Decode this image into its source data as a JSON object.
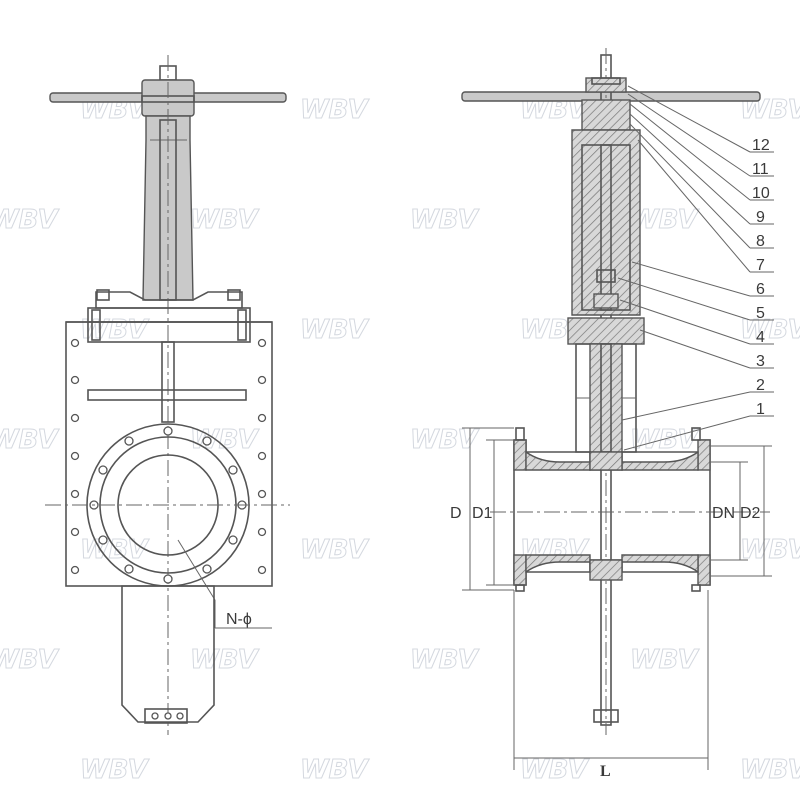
{
  "watermark": "WBV",
  "labels": {
    "n_phi": "N-ϕ",
    "d": "D",
    "d1": "D1",
    "dn": "DN",
    "d2": "D2",
    "l": "L"
  },
  "part_numbers": [
    "12",
    "11",
    "10",
    "9",
    "8",
    "7",
    "6",
    "5",
    "4",
    "3",
    "2",
    "1"
  ],
  "colors": {
    "line": "#555555",
    "fill": "#c9c9c9",
    "watermark": "#d0d4dc"
  }
}
